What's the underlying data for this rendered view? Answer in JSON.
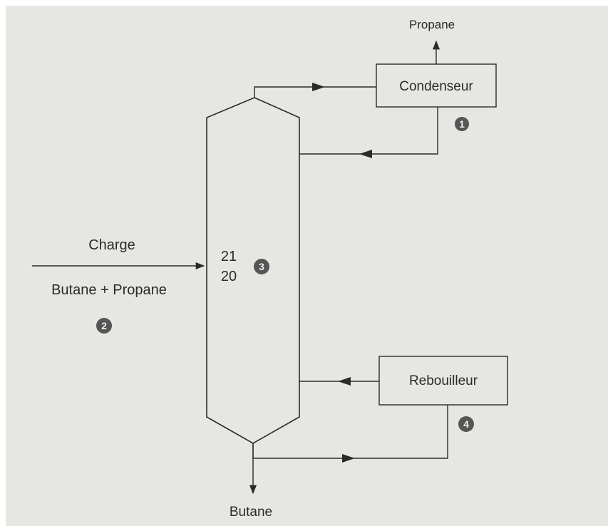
{
  "diagram": {
    "product_top": "Propane",
    "condenser": "Condenseur",
    "reboiler": "Rebouilleur",
    "feed_label": "Charge",
    "feed_composition": "Butane + Propane",
    "product_bottom": "Butane",
    "tray_upper": "21",
    "tray_lower": "20",
    "markers": [
      "1",
      "2",
      "3",
      "4"
    ]
  },
  "colors": {
    "line": "#2a2a2a",
    "badge": "#555555",
    "paper": "#e6e6e3"
  }
}
